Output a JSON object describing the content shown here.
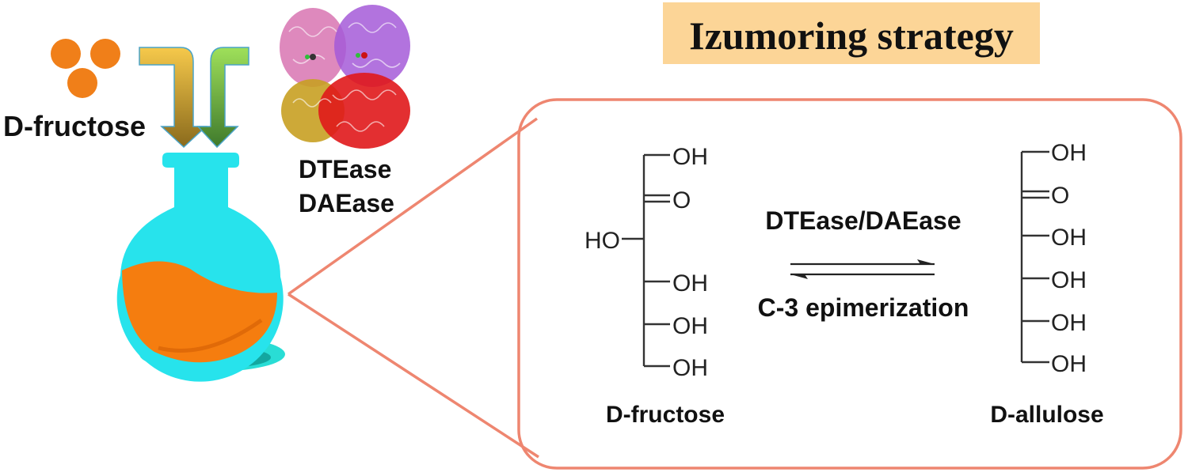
{
  "title": {
    "text": "Izumoring strategy",
    "background": "#fcd597"
  },
  "left_panel": {
    "substrate_label": "D-fructose",
    "substrate_color": "#f07f19",
    "enzyme_labels": [
      "DTEase",
      "DAEase"
    ],
    "enzyme_structure_icon": "protein-ribbon-structure",
    "flask_color": "#27e3ec",
    "liquid_color": "#f57d0f",
    "arrow_colors": {
      "left_arrow": [
        "#f6c94b",
        "#8a6a1c"
      ],
      "right_arrow": [
        "#9fe05a",
        "#3f7a2c"
      ]
    }
  },
  "reaction_box": {
    "border_color": "#ee8670",
    "catalyst_label": "DTEase/DAEase",
    "process_label": "C-3 epimerization",
    "reactant": {
      "name": "D-fructose",
      "groups": [
        {
          "side": "right",
          "text": "OH"
        },
        {
          "side": "right",
          "text": "O",
          "double_bond": true
        },
        {
          "side": "left",
          "text": "HO"
        },
        {
          "side": "right",
          "text": "OH"
        },
        {
          "side": "right",
          "text": "OH"
        },
        {
          "side": "right",
          "text": "OH"
        }
      ]
    },
    "product": {
      "name": "D-allulose",
      "groups": [
        {
          "side": "right",
          "text": "OH"
        },
        {
          "side": "right",
          "text": "O",
          "double_bond": true
        },
        {
          "side": "right",
          "text": "OH"
        },
        {
          "side": "right",
          "text": "OH"
        },
        {
          "side": "right",
          "text": "OH"
        },
        {
          "side": "right",
          "text": "OH"
        }
      ]
    }
  }
}
